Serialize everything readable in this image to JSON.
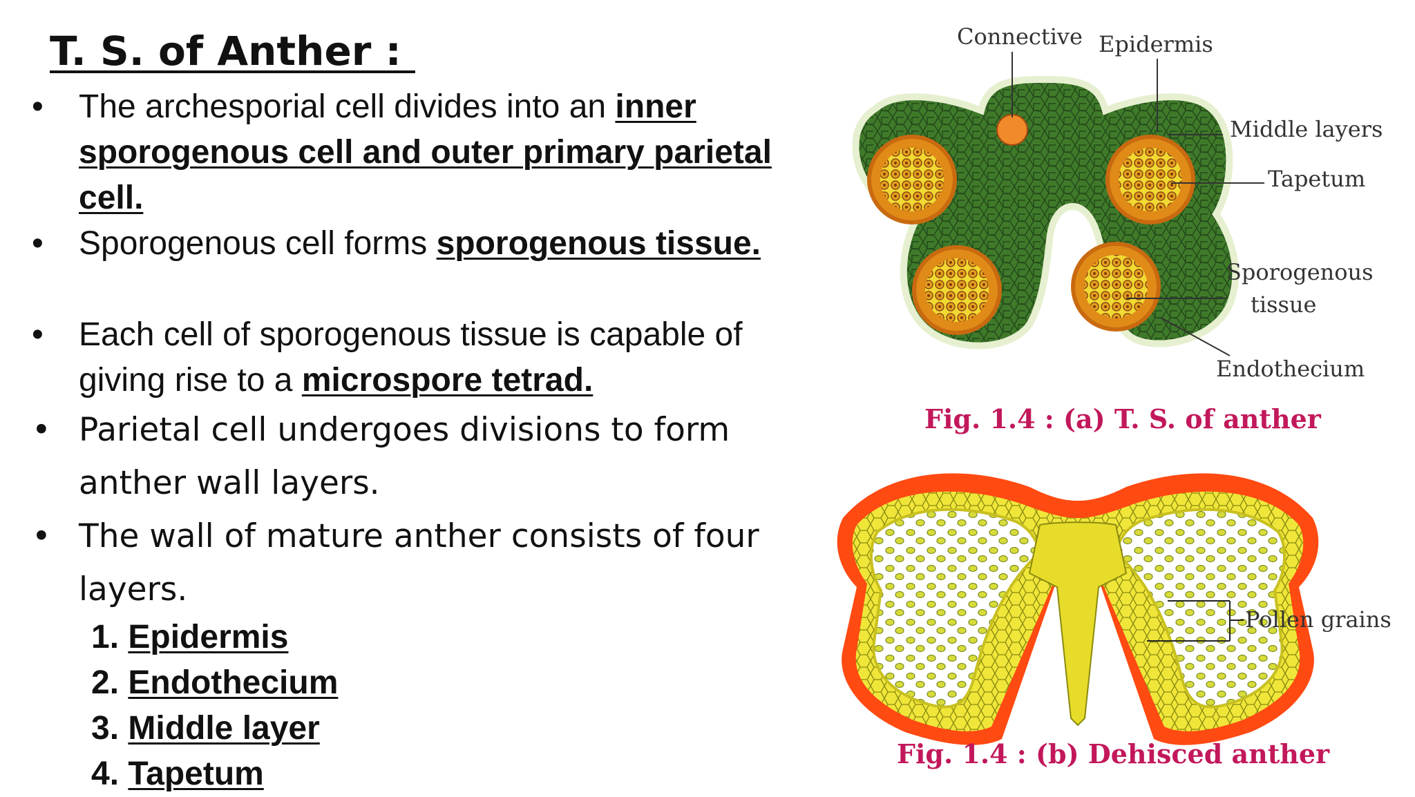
{
  "title": "T. S. of Anther : ",
  "bullets": [
    {
      "plain": "The archesporial cell divides into an ",
      "bold": "inner sporogenous cell and outer primary parietal cell. "
    },
    {
      "plain": "Sporogenous cell forms ",
      "bold": "sporogenous tissue. "
    },
    {
      "plain": "Each cell of sporogenous tissue is capable of giving rise to a ",
      "bold": "microspore tetrad. "
    },
    {
      "plain": "Parietal cell undergoes divisions to form anther wall layers."
    },
    {
      "plain": "The wall of mature anther consists of four layers."
    }
  ],
  "layers": [
    {
      "num": "1. ",
      "name": "Epidermis"
    },
    {
      "num": "2. ",
      "name": "Endothecium"
    },
    {
      "num": "3. ",
      "name": "Middle layer"
    },
    {
      "num": "4. ",
      "name": "Tapetum"
    }
  ],
  "figure_a": {
    "labels": {
      "connective": "Connective",
      "epidermis": "Epidermis",
      "middle_layers": "Middle layers",
      "tapetum": "Tapetum",
      "sporogenous_1": "Sporogenous",
      "sporogenous_2": "tissue",
      "endothecium": "Endothecium"
    },
    "caption": "Fig. 1.4 : (a) T. S. of anther"
  },
  "figure_b": {
    "labels": {
      "pollen": "Pollen grains"
    },
    "caption": "Fig. 1.4 : (b) Dehisced anther"
  },
  "colors": {
    "tissue_green": "#3f7a2a",
    "sac_orange": "#e08a18",
    "sac_yellow": "#f2d832",
    "wall_red": "#ff4a12",
    "pollen_yellow": "#d8dc3a",
    "caption_magenta": "#c2185b"
  }
}
